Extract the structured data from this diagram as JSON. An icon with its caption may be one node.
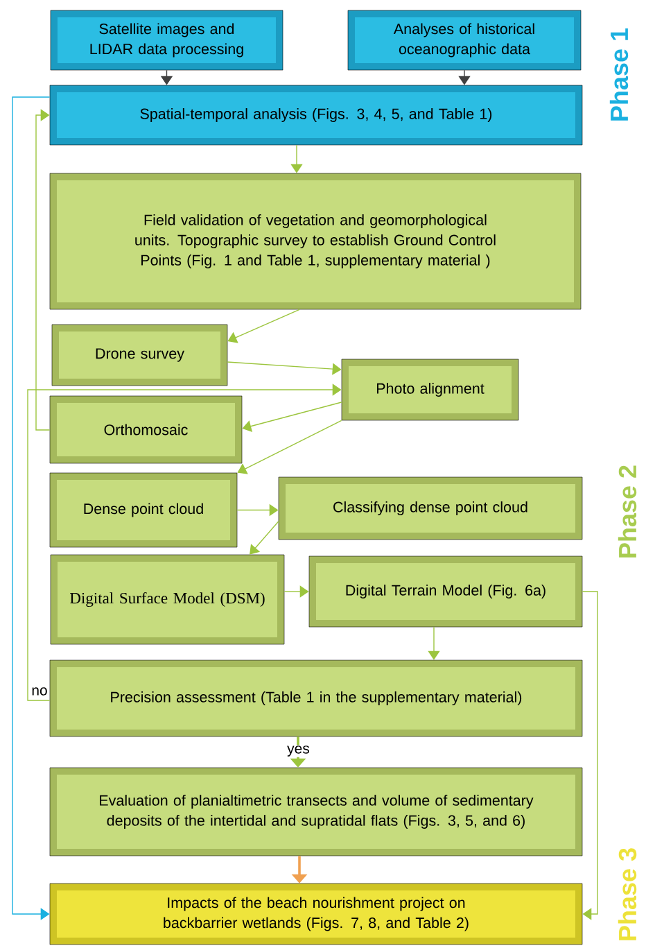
{
  "diagram": {
    "nodes": [
      {
        "text": [
          "Satellite images and LIDAR data processing"
        ]
      },
      {
        "text": [
          "Analyses of historical oceanographic data"
        ]
      },
      {
        "text": [
          "Spatial-temporal analysis (Figs. 3, 4, 5, and Table 1)"
        ]
      },
      {
        "text": [
          "Field validation of vegetation and geomorphological units. Topographic survey to establish Ground Control Points (Fig. 1 and Table 1, supplementary material )"
        ]
      },
      {
        "text": [
          "Drone survey"
        ]
      },
      {
        "text": [
          "Photo alignment"
        ]
      },
      {
        "text": [
          "Orthomosaic"
        ]
      },
      {
        "text": [
          "Dense point cloud"
        ]
      },
      {
        "text": [
          "Classifying dense point cloud"
        ]
      },
      {
        "text": [
          "Digital Surface Model (DSM)"
        ]
      },
      {
        "text": [
          "Digital Terrain Model (Fig. 6a)"
        ]
      },
      {
        "text": [
          "Precision assessment (Table 1 in the supplementary material)"
        ]
      },
      {
        "text": [
          "Evaluation of planialtimetric transects and volume of sedimentary deposits of the intertidal and supratidal flats (Figs. 3, 5, and 6)"
        ]
      },
      {
        "text": [
          "Impacts of the beach nourishment project on backbarrier wetlands (Figs. 7, 8, and Table 2)"
        ]
      }
    ],
    "edges": [
      {
        "from": 0,
        "to": 2,
        "arrow": "to",
        "color": "#404040"
      },
      {
        "from": 1,
        "to": 2,
        "arrow": "to",
        "color": "#404040"
      },
      {
        "from": 2,
        "to": 3,
        "arrow": "to"
      },
      {
        "from": 3,
        "to": 4,
        "arrow": "to"
      },
      {
        "from": 4,
        "to": 5,
        "arrow": "to"
      },
      {
        "from": 5,
        "to": 6,
        "arrow": "to"
      },
      {
        "from": 5,
        "to": 7,
        "arrow": "to"
      },
      {
        "from": 7,
        "to": 8,
        "arrow": "to"
      },
      {
        "from": 8,
        "to": 9,
        "arrow": "to"
      },
      {
        "from": 9,
        "to": 10,
        "arrow": "to"
      },
      {
        "from": 10,
        "to": 11,
        "arrow": "to"
      },
      {
        "from": 11,
        "to": 12,
        "arrow": "to",
        "label": "yes",
        "style": "thick"
      },
      {
        "from": 12,
        "to": 13,
        "arrow": "to",
        "color": "#f0a050",
        "style": "thick"
      },
      {
        "from": 10,
        "to": 13,
        "arrow": "to"
      },
      {
        "from": 2,
        "to": 13,
        "arrow": "to",
        "color": "#1ab0e0"
      },
      {
        "from": 6,
        "to": 2,
        "arrow": "to"
      },
      {
        "from": 11,
        "to": 5,
        "arrow": "to",
        "label": "no"
      }
    ],
    "labels": [
      "Phase 1",
      "Phase 2",
      "Phase 3"
    ]
  }
}
